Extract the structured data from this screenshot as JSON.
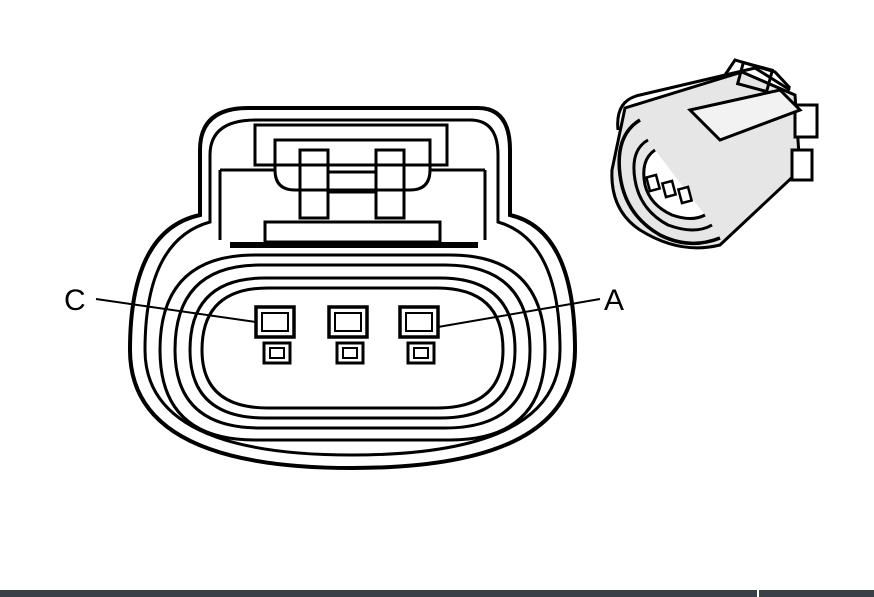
{
  "pin_labels": {
    "left": "C",
    "right": "A"
  },
  "pin_count": 3,
  "colors": {
    "line": "#000000",
    "background": "#ffffff",
    "bottom_bar": "#3a4048"
  }
}
